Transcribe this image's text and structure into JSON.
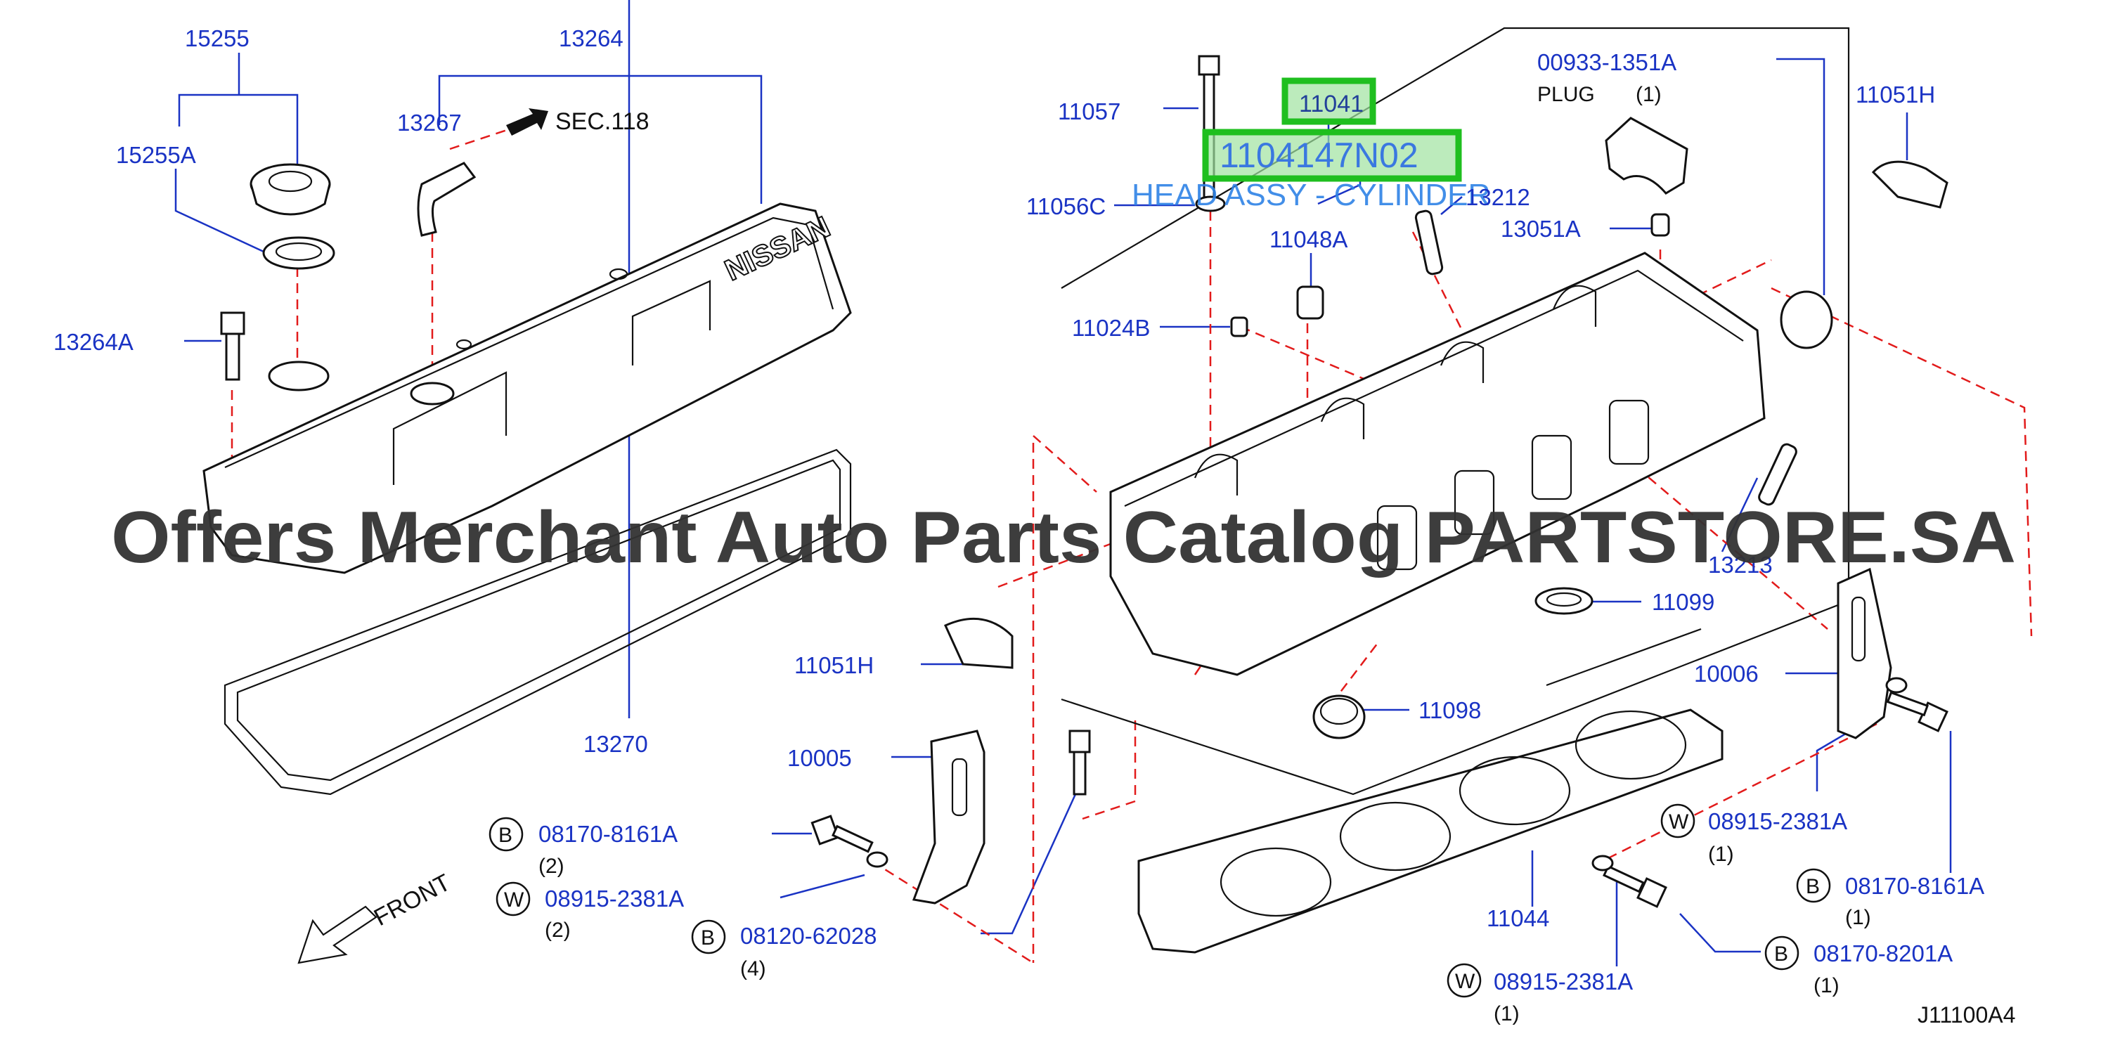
{
  "parts": {
    "p15255": "15255",
    "p13264": "13264",
    "p13267": "13267",
    "p15255A": "15255A",
    "p13264A": "13264A",
    "p13270": "13270",
    "p11057": "11057",
    "p11056C": "11056C",
    "p11048A": "11048A",
    "p11024B": "11024B",
    "p00933": "00933-1351A",
    "p11051H_top": "11051H",
    "p13051A": "13051A",
    "p13212": "13212",
    "p13213": "13213",
    "p11099": "11099",
    "p11098": "11098",
    "p11051H_left": "11051H",
    "p10005": "10005",
    "p10006": "10006",
    "p11044": "11044",
    "p08170_8161A_left": "08170-8161A",
    "p08915_2381A_left": "08915-2381A",
    "p08120_62028": "08120-62028",
    "p08915_2381A_right": "08915-2381A",
    "p08170_8161A_right": "08170-8161A",
    "p08170_8201A": "08170-8201A",
    "p08915_2381A_bottom": "08915-2381A"
  },
  "notes": {
    "plug": "PLUG",
    "plug_qty": "(1)",
    "qty_2a": "(2)",
    "qty_2b": "(2)",
    "qty_4": "(4)",
    "qty_1a": "(1)",
    "qty_1b": "(1)",
    "qty_1c": "(1)",
    "qty_1d": "(1)"
  },
  "badges": {
    "b1": "B",
    "w1": "W",
    "b2": "B",
    "w2": "W",
    "b3": "B",
    "b4": "B",
    "w3": "W"
  },
  "section_ref": "SEC.118",
  "front_label": "FRONT",
  "cover_brand": "NISSAN",
  "diagram_code": "J11100A4",
  "highlight": {
    "part_number": "11041",
    "full_part_number": "1104147N02",
    "description": "HEAD ASSY - CYLINDER"
  },
  "watermark": "Offers Merchant Auto Parts Catalog PARTSTORE.SA",
  "colors": {
    "label_blue": "#1a33c4",
    "leader_red": "#e21b1b",
    "highlight_green": "#1fbf1f",
    "highlight_fill": "#9fe3a0"
  }
}
